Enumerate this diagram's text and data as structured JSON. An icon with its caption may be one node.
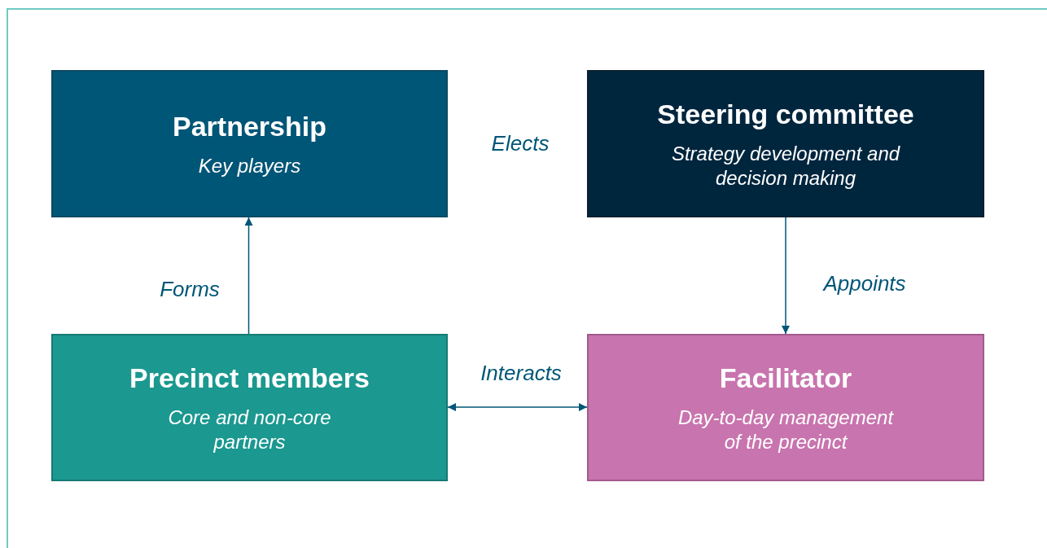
{
  "diagram": {
    "nodes": [
      {
        "text": [
          "Partnership",
          "Key players"
        ]
      },
      {
        "text": [
          "Steering committee",
          "Strategy development and decision making"
        ]
      },
      {
        "text": [
          "Precinct members",
          "Core and non-core partners"
        ]
      },
      {
        "text": [
          "Facilitator",
          "Day-to-day management of the precinct"
        ]
      }
    ],
    "edges": [
      {
        "from": 2,
        "to": 0,
        "arrow": "to",
        "label": "Forms"
      },
      {
        "from": 1,
        "to": 3,
        "arrow": "to",
        "label": "Appoints"
      },
      {
        "from": 2,
        "to": 3,
        "arrow": "both",
        "label": "Interacts"
      }
    ],
    "labels": [
      "Elects"
    ]
  }
}
